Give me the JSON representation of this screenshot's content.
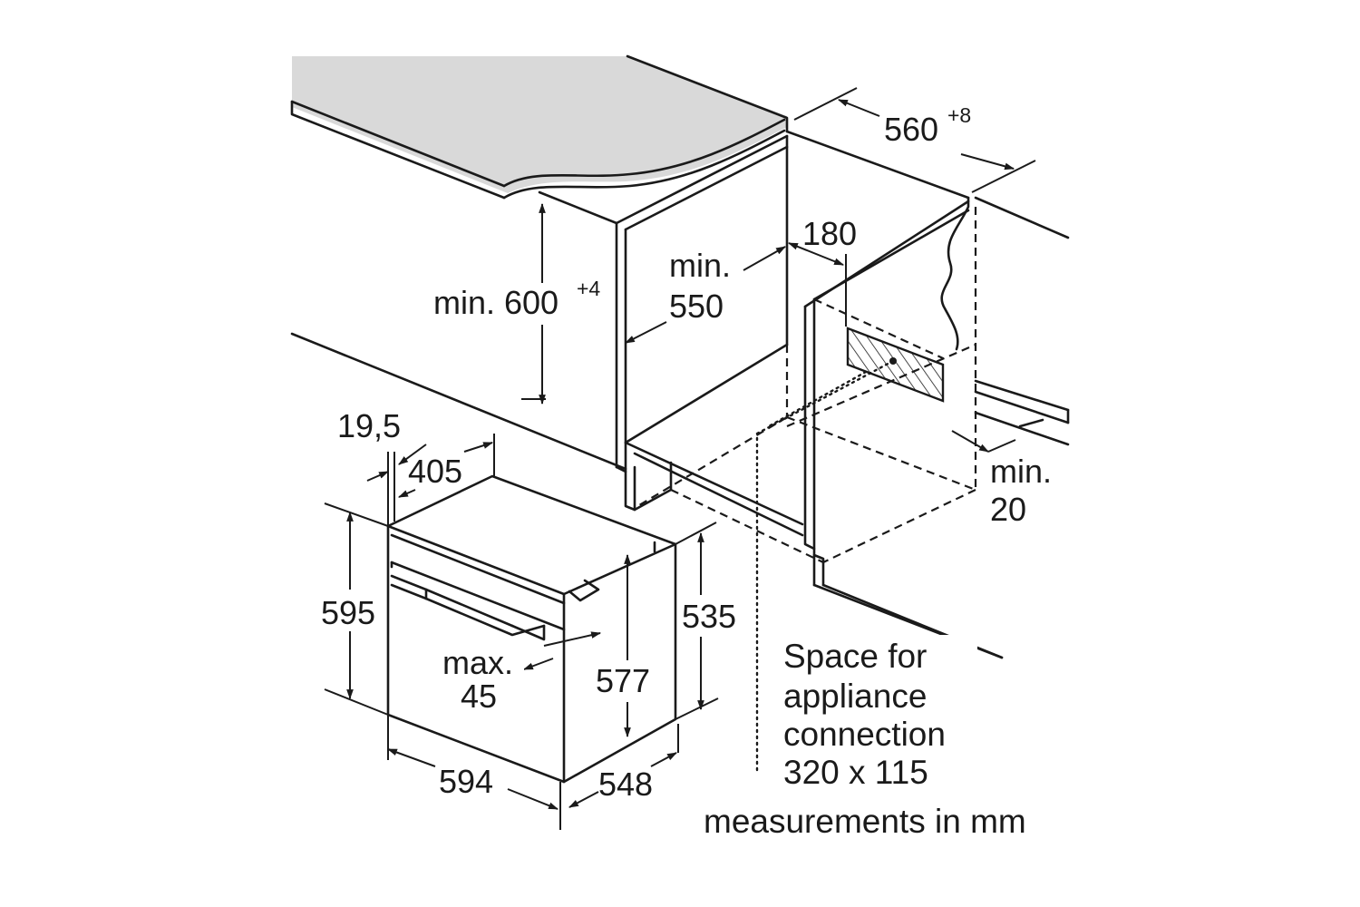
{
  "dimensions": {
    "niche_width": {
      "value": "560",
      "superscript": "+8"
    },
    "niche_height": {
      "value": "min. 600",
      "superscript": "+4"
    },
    "niche_depth": {
      "line1": "min.",
      "line2": "550"
    },
    "connection_offset": "180",
    "rear_gap": {
      "line1": "min.",
      "line2": "20"
    },
    "front_offset": "19,5",
    "top_depth": "405",
    "oven_height": "595",
    "oven_inner_height": "577",
    "oven_body_height": "535",
    "handle_projection": {
      "line1": "max.",
      "line2": "45"
    },
    "oven_width": "594",
    "oven_depth": "548"
  },
  "notes": {
    "connection": [
      "Space for",
      "appliance",
      "connection",
      "320 x 115"
    ],
    "units": "measurements in mm"
  }
}
